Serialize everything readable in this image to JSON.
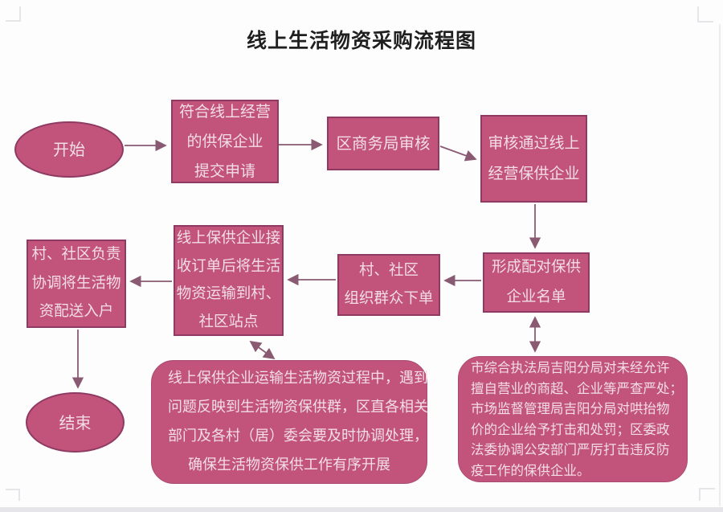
{
  "page": {
    "title": "线上生活物资采购流程图"
  },
  "colors": {
    "node_fill": "#c2537a",
    "node_border": "#8f3a62",
    "note_border": "#a84d71",
    "node_text": "#f3dde6",
    "arrow": "#8a5a72",
    "title_text": "#1f1f1f",
    "frame": "#e6e6ea"
  },
  "nodes": {
    "start": {
      "label": "开始"
    },
    "apply": {
      "lines": [
        "符合线上经营",
        "的供保企业",
        "提交申请"
      ]
    },
    "review": {
      "lines": [
        "区商务局审核"
      ]
    },
    "approved": {
      "lines": [
        "审核通过线上",
        "经营保供企业"
      ]
    },
    "pairing": {
      "lines": [
        "形成配对保供",
        "企业名单"
      ]
    },
    "order": {
      "lines": [
        "村、社区",
        "组织群众下单"
      ]
    },
    "transport": {
      "lines": [
        "线上保供企业接",
        "收订单后将生活",
        "物资运输到村、",
        "社区站点"
      ]
    },
    "deliver": {
      "lines": [
        "村、社区负责",
        "协调将生活物",
        "资配送入户"
      ]
    },
    "end": {
      "label": "结束"
    },
    "note_issue": {
      "lines": [
        "线上保供企业运输生活物资过程中，遇到",
        "问题反映到生活物资保供群，区直各相关",
        "部门及各村（居）委会要及时协调处理，",
        "确保生活物资保供工作有序开展"
      ]
    },
    "note_enforce": {
      "lines": [
        "市综合执法局吉阳分局对未经允许",
        "擅自营业的商超、企业等严查严处；",
        "市场监督管理局吉阳分局对哄抬物",
        "价的企业给予打击和处罚；区委政",
        "法委协调公安部门严厉打击违反防",
        "疫工作的保供企业。"
      ]
    }
  }
}
